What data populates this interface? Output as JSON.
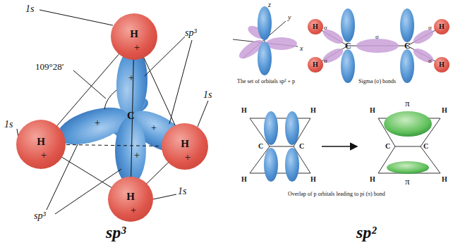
{
  "diagram": {
    "nodes": [
      {
        "text": [
          "H",
          "+"
        ]
      },
      {
        "text": [
          "H",
          "+"
        ]
      },
      {
        "text": [
          "H",
          "+"
        ]
      },
      {
        "text": [
          "H",
          "+"
        ]
      },
      {
        "text": [
          "H"
        ]
      },
      {
        "text": [
          "H"
        ]
      },
      {
        "text": [
          "H"
        ]
      },
      {
        "text": [
          "H"
        ]
      }
    ],
    "labels": [
      "1s",
      "109°28′",
      "sp³",
      "1s",
      "1s",
      "C",
      "sp³",
      "1s",
      "+",
      "+",
      "+",
      "+",
      "sp³",
      "z",
      "y",
      "x",
      "The set of orbitals sp² + p",
      "σ",
      "σ",
      "σ",
      "σ",
      "σ",
      "C",
      "C",
      "Sigma (σ) bonds",
      "H",
      "H",
      "C",
      "C",
      "H",
      "H",
      "H",
      "H",
      "π",
      "C",
      "C",
      "π",
      "H",
      "H",
      "Overlap of p orbitals leading to pi (π) bond",
      "sp²"
    ]
  }
}
